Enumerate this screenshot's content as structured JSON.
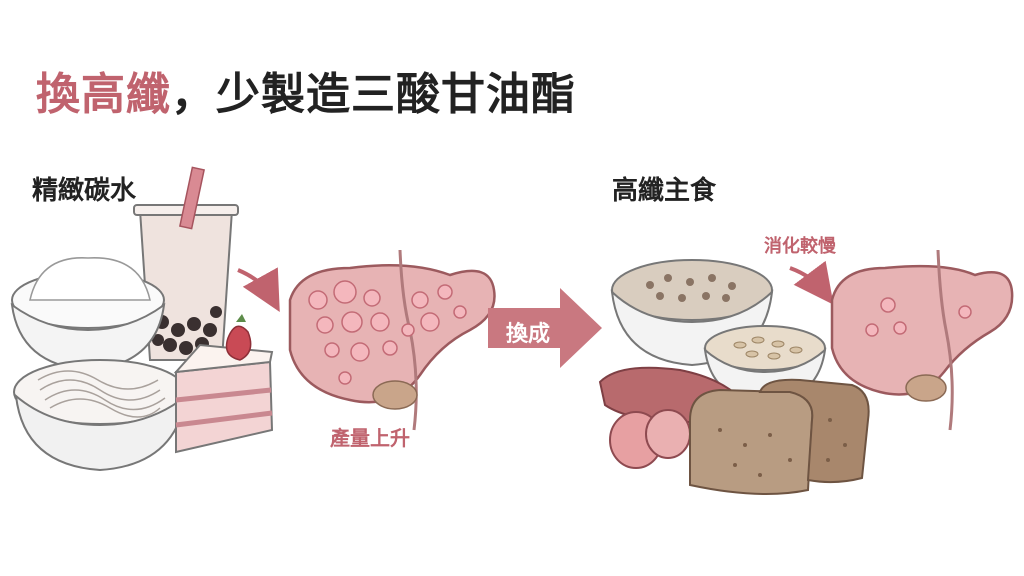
{
  "colors": {
    "accent": "#c0636e",
    "accent_light": "#d9a0a6",
    "liver": "#e7b3b4",
    "liver_stroke": "#9c5a5e",
    "fat": "#f1b6bb",
    "arrow_fill": "#c97880",
    "ink": "#555555"
  },
  "title": {
    "highlight": "換高纖",
    "separator": "，",
    "rest": "少製造三酸甘油酯"
  },
  "left_panel": {
    "heading": "精緻碳水",
    "caption": "產量上升"
  },
  "middle": {
    "arrow_label": "換成"
  },
  "right_panel": {
    "heading": "高纖主食",
    "caption": "消化較慢"
  }
}
